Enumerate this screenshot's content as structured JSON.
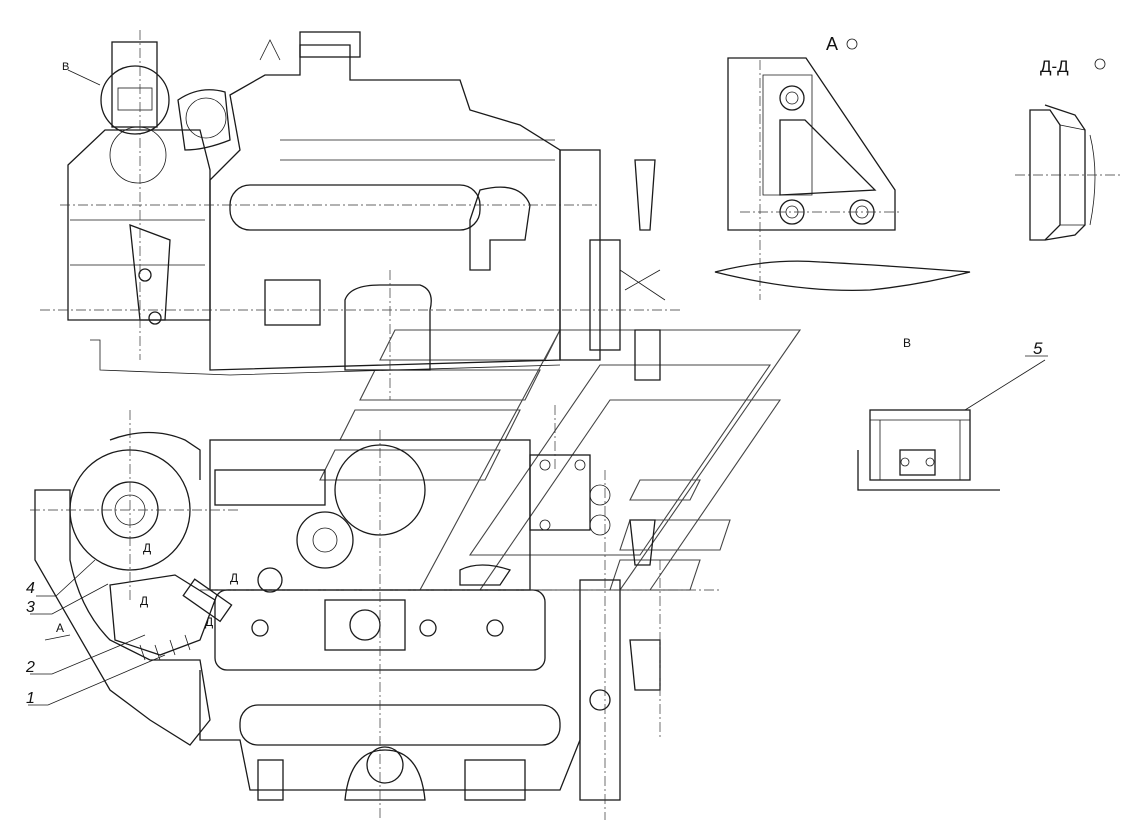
{
  "views": {
    "view_a_label": "А",
    "section_label": "Д-Д",
    "view_b_label": "В",
    "view_b_small_label": "В"
  },
  "section_marks": [
    "Д",
    "Д",
    "Д",
    "Д"
  ],
  "callouts": [
    "1",
    "2",
    "3",
    "4",
    "5"
  ],
  "view_arrow_label": "А"
}
